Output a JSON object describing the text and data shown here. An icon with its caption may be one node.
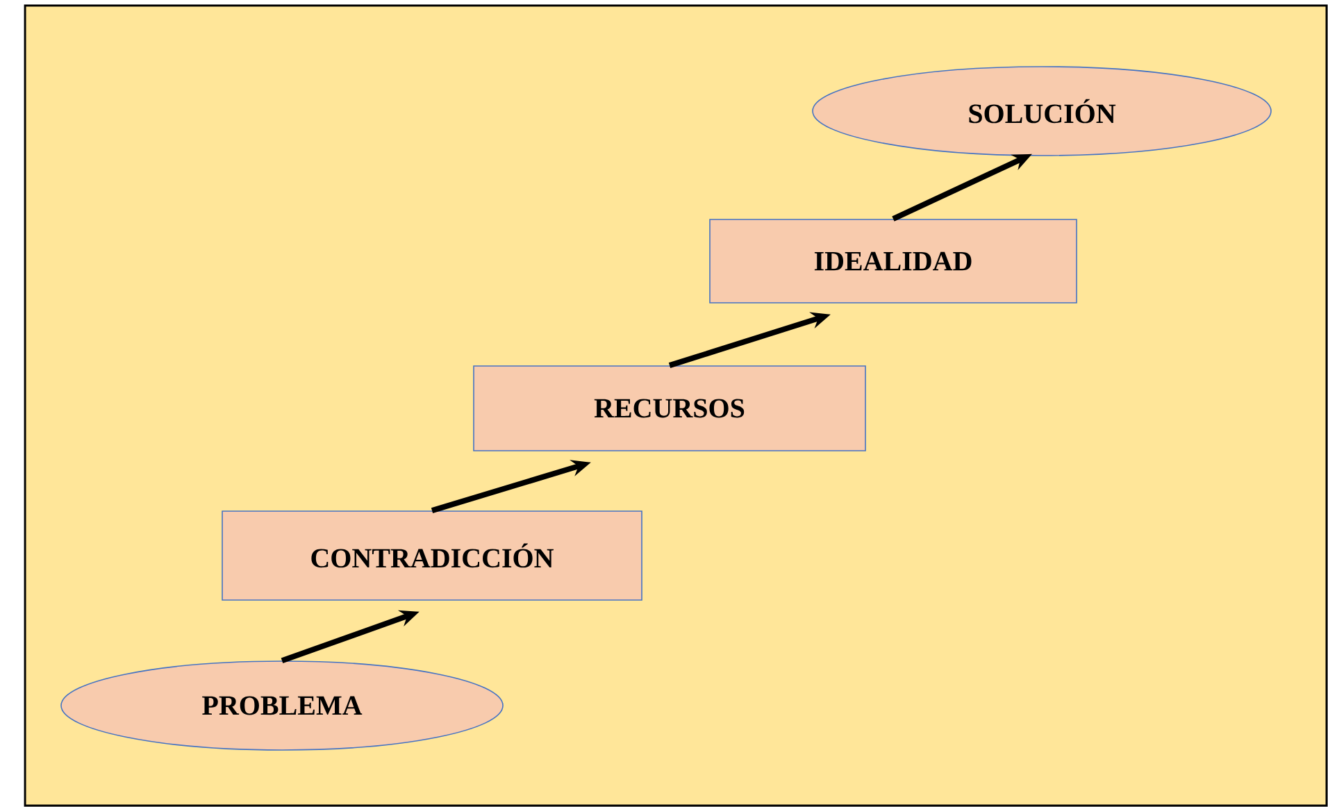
{
  "diagram": {
    "nodes": [
      {
        "text": [
          "PROBLEMA"
        ]
      },
      {
        "text": [
          "CONTRADICCIÓN"
        ]
      },
      {
        "text": [
          "RECURSOS"
        ]
      },
      {
        "text": [
          "IDEALIDAD"
        ]
      },
      {
        "text": [
          "SOLUCIÓN"
        ]
      }
    ],
    "edges": [
      {
        "from": 0,
        "to": 1,
        "arrow": "to"
      },
      {
        "from": 1,
        "to": 2,
        "arrow": "to"
      },
      {
        "from": 2,
        "to": 3,
        "arrow": "to"
      },
      {
        "from": 3,
        "to": 4,
        "arrow": "to"
      }
    ]
  }
}
